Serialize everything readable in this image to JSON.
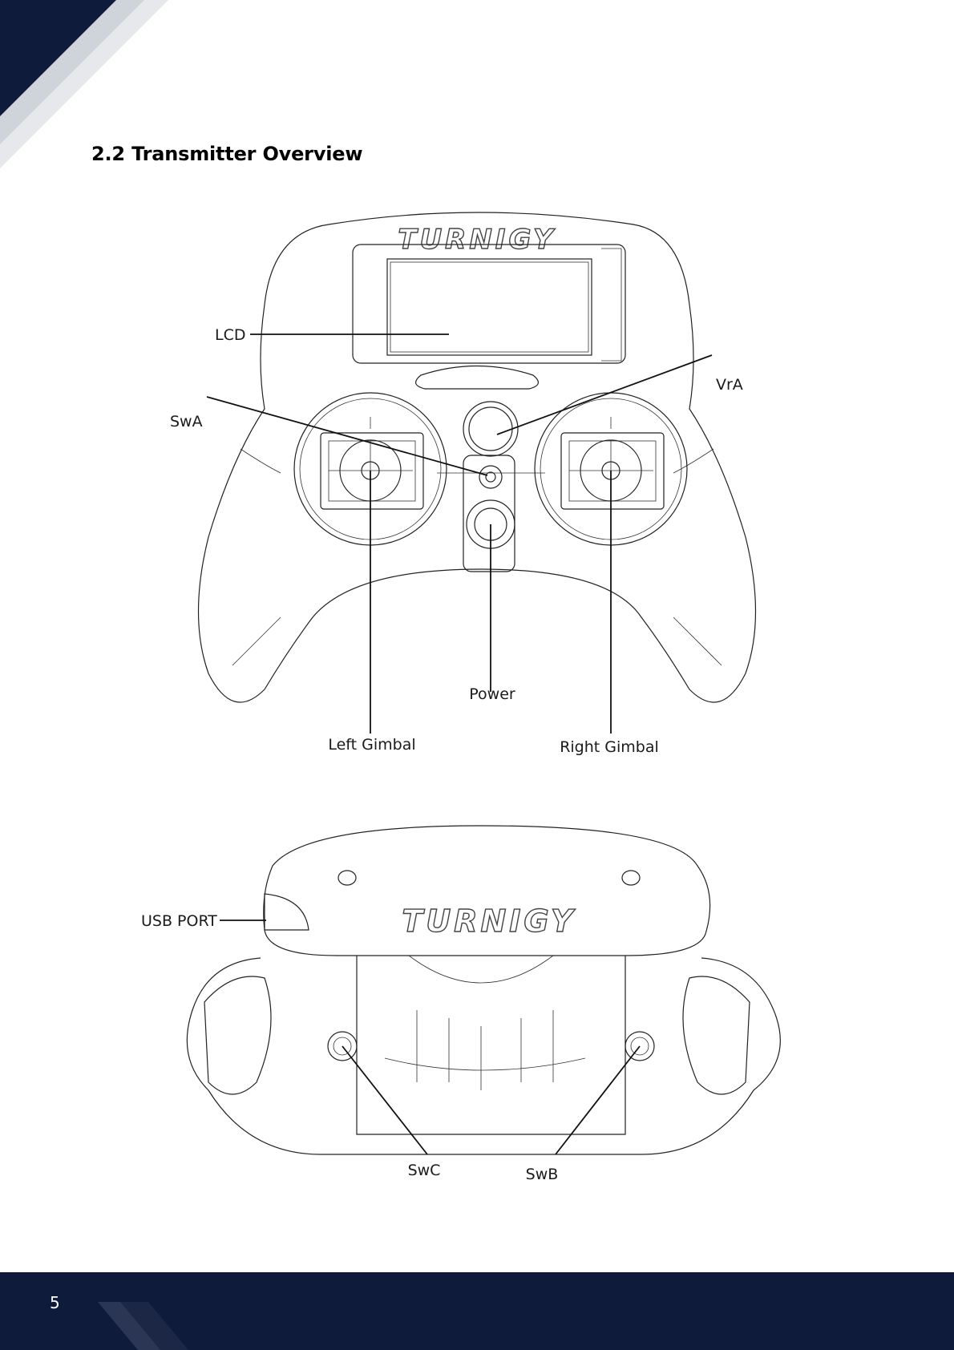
{
  "section": {
    "title": "2.2 Transmitter Overview"
  },
  "top_view": {
    "brand": "TURNIGY",
    "labels": {
      "lcd": "LCD",
      "vra": "VrA",
      "swa": "SwA",
      "power": "Power",
      "left_gimbal": "Left Gimbal",
      "right_gimbal": "Right Gimbal"
    }
  },
  "front_view": {
    "brand": "TURNIGY",
    "labels": {
      "usb_port": "USB PORT",
      "swc": "SwC",
      "swb": "SwB"
    }
  },
  "footer": {
    "page_number": "5"
  },
  "colors": {
    "navy": "#0e1b3a",
    "accent_grey": "#d9dbe0"
  }
}
